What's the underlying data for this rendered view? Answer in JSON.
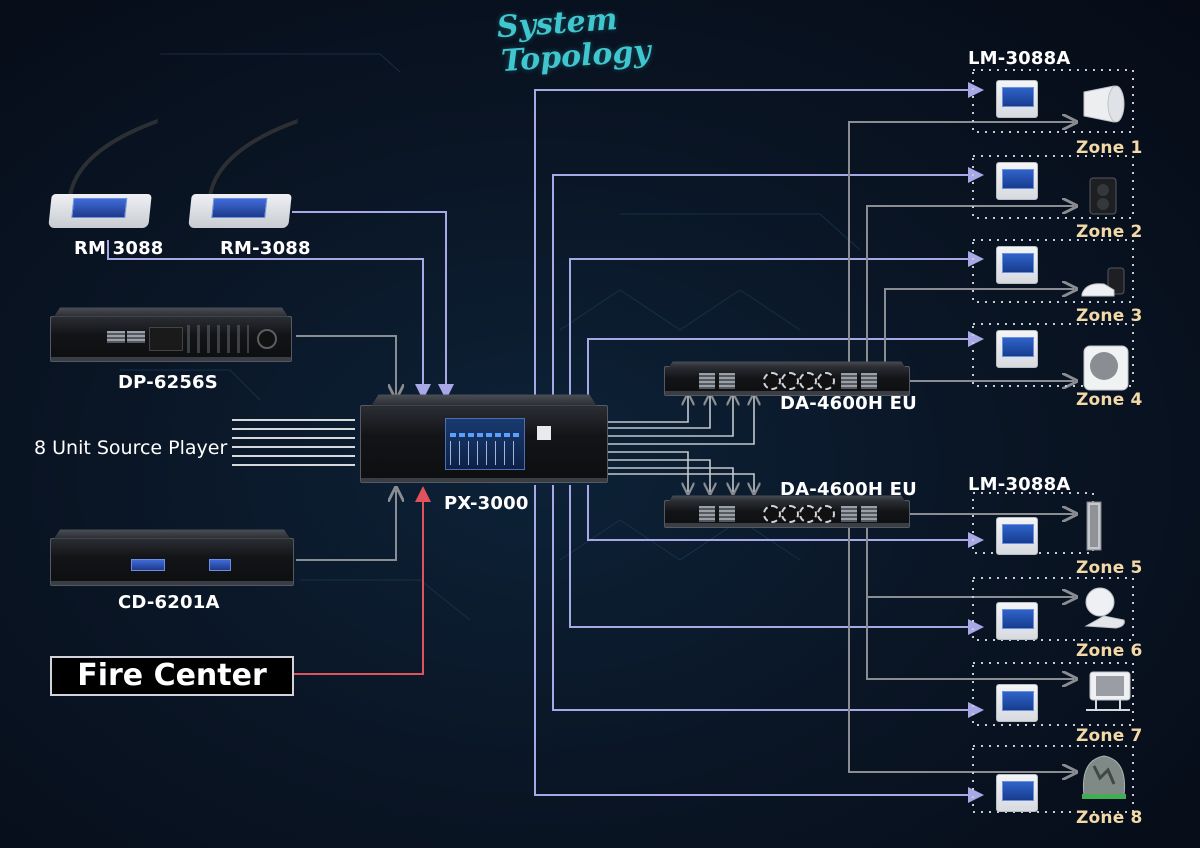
{
  "title": {
    "line1": "System",
    "line2": "Topology"
  },
  "colors": {
    "background": "#0a1626",
    "title": "#3fc6cf",
    "control_line": "#a9a8e6",
    "audio_line": "#8a8d92",
    "fire_line": "#e0525c",
    "zone_label": "#f3d9a8",
    "label": "#ffffff"
  },
  "sources": {
    "mic_1": {
      "label": "RM 3088",
      "icon": "paging-microphone-icon"
    },
    "mic_2": {
      "label": "RM-3088",
      "icon": "paging-microphone-icon"
    },
    "dp": {
      "label": "DP-6256S",
      "icon": "rack-unit-icon"
    },
    "player": {
      "label": "8 Unit Source Player",
      "inputs": 6
    },
    "cd": {
      "label": "CD-6201A",
      "icon": "rack-unit-icon"
    },
    "fire": {
      "label": "Fire Center"
    }
  },
  "core": {
    "label": "PX-3000",
    "icon": "matrix-processor-icon"
  },
  "amplifiers": [
    {
      "label": "DA-4600H EU",
      "icon": "power-amplifier-icon"
    },
    {
      "label": "DA-4600H EU",
      "icon": "power-amplifier-icon"
    }
  ],
  "group_labels": [
    "LM-3088A",
    "LM-3088A"
  ],
  "zones": [
    {
      "label": "Zone 1",
      "speaker": "horn-speaker-icon"
    },
    {
      "label": "Zone 2",
      "speaker": "wall-speaker-icon"
    },
    {
      "label": "Zone 3",
      "speaker": "ceiling-speaker-icon"
    },
    {
      "label": "Zone 4",
      "speaker": "box-speaker-icon"
    },
    {
      "label": "Zone 5",
      "speaker": "column-speaker-icon"
    },
    {
      "label": "Zone 6",
      "speaker": "ceiling-mount-speaker-icon"
    },
    {
      "label": "Zone 7",
      "speaker": "projection-speaker-icon"
    },
    {
      "label": "Zone 8",
      "speaker": "garden-speaker-icon"
    }
  ]
}
